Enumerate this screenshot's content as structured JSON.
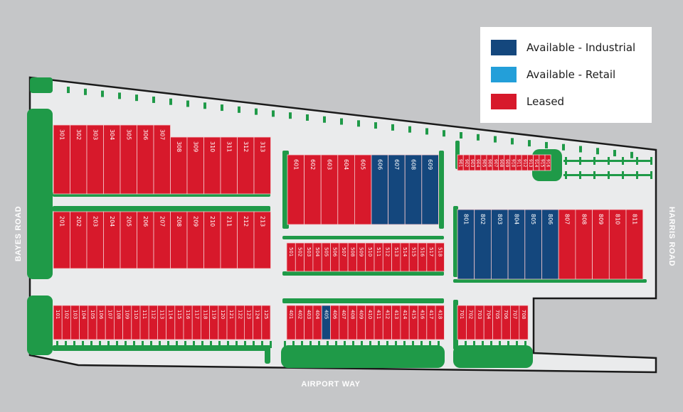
{
  "colors": {
    "background": "#c5c6c8",
    "site": "#eaebec",
    "outline": "#1a1a1a",
    "landscape": "#1f9a48",
    "available_industrial": "#14477d",
    "available_retail": "#239fd9",
    "leased": "#d7192b",
    "unit_text": "#ffffff"
  },
  "legend": [
    {
      "id": "available-industrial",
      "label": "Available - Industrial",
      "color": "#14477d"
    },
    {
      "id": "available-retail",
      "label": "Available - Retail",
      "color": "#239fd9"
    },
    {
      "id": "leased",
      "label": "Leased",
      "color": "#d7192b"
    }
  ],
  "roads": {
    "west": "BAYES ROAD",
    "east": "HARRIS ROAD",
    "south": "AIRPORT WAY"
  },
  "buildings": [
    {
      "id": "300",
      "units": [
        {
          "number": "301",
          "status": "leased"
        },
        {
          "number": "302",
          "status": "leased"
        },
        {
          "number": "303",
          "status": "leased"
        },
        {
          "number": "304",
          "status": "leased"
        },
        {
          "number": "305",
          "status": "leased"
        },
        {
          "number": "306",
          "status": "leased"
        },
        {
          "number": "307",
          "status": "leased"
        },
        {
          "number": "308",
          "status": "leased"
        },
        {
          "number": "309",
          "status": "leased"
        },
        {
          "number": "310",
          "status": "leased"
        },
        {
          "number": "311",
          "status": "leased"
        },
        {
          "number": "312",
          "status": "leased"
        },
        {
          "number": "313",
          "status": "leased"
        }
      ]
    },
    {
      "id": "200",
      "units": [
        {
          "number": "201",
          "status": "leased"
        },
        {
          "number": "202",
          "status": "leased"
        },
        {
          "number": "203",
          "status": "leased"
        },
        {
          "number": "204",
          "status": "leased"
        },
        {
          "number": "205",
          "status": "leased"
        },
        {
          "number": "206",
          "status": "leased"
        },
        {
          "number": "207",
          "status": "leased"
        },
        {
          "number": "208",
          "status": "leased"
        },
        {
          "number": "209",
          "status": "leased"
        },
        {
          "number": "210",
          "status": "leased"
        },
        {
          "number": "211",
          "status": "leased"
        },
        {
          "number": "212",
          "status": "leased"
        },
        {
          "number": "213",
          "status": "leased"
        }
      ]
    },
    {
      "id": "100",
      "units": [
        {
          "number": "101",
          "status": "leased"
        },
        {
          "number": "102",
          "status": "leased"
        },
        {
          "number": "103",
          "status": "leased"
        },
        {
          "number": "104",
          "status": "leased"
        },
        {
          "number": "105",
          "status": "leased"
        },
        {
          "number": "106",
          "status": "leased"
        },
        {
          "number": "107",
          "status": "leased"
        },
        {
          "number": "108",
          "status": "leased"
        },
        {
          "number": "109",
          "status": "leased"
        },
        {
          "number": "110",
          "status": "leased"
        },
        {
          "number": "111",
          "status": "leased"
        },
        {
          "number": "112",
          "status": "leased"
        },
        {
          "number": "113",
          "status": "leased"
        },
        {
          "number": "114",
          "status": "leased"
        },
        {
          "number": "115",
          "status": "leased"
        },
        {
          "number": "116",
          "status": "leased"
        },
        {
          "number": "117",
          "status": "leased"
        },
        {
          "number": "118",
          "status": "leased"
        },
        {
          "number": "119",
          "status": "leased"
        },
        {
          "number": "120",
          "status": "leased"
        },
        {
          "number": "121",
          "status": "leased"
        },
        {
          "number": "122",
          "status": "leased"
        },
        {
          "number": "123",
          "status": "leased"
        },
        {
          "number": "124",
          "status": "leased"
        },
        {
          "number": "125",
          "status": "leased"
        }
      ]
    },
    {
      "id": "600",
      "units": [
        {
          "number": "601",
          "status": "leased"
        },
        {
          "number": "602",
          "status": "leased"
        },
        {
          "number": "603",
          "status": "leased"
        },
        {
          "number": "604",
          "status": "leased"
        },
        {
          "number": "605",
          "status": "leased"
        },
        {
          "number": "606",
          "status": "available_industrial"
        },
        {
          "number": "607",
          "status": "available_industrial"
        },
        {
          "number": "608",
          "status": "available_industrial"
        },
        {
          "number": "609",
          "status": "available_industrial"
        }
      ]
    },
    {
      "id": "500",
      "units": [
        {
          "number": "501",
          "status": "leased"
        },
        {
          "number": "502",
          "status": "leased"
        },
        {
          "number": "503",
          "status": "leased"
        },
        {
          "number": "504",
          "status": "leased"
        },
        {
          "number": "505",
          "status": "leased"
        },
        {
          "number": "506",
          "status": "leased"
        },
        {
          "number": "507",
          "status": "leased"
        },
        {
          "number": "508",
          "status": "leased"
        },
        {
          "number": "509",
          "status": "leased"
        },
        {
          "number": "510",
          "status": "leased"
        },
        {
          "number": "511",
          "status": "leased"
        },
        {
          "number": "512",
          "status": "leased"
        },
        {
          "number": "513",
          "status": "leased"
        },
        {
          "number": "514",
          "status": "leased"
        },
        {
          "number": "515",
          "status": "leased"
        },
        {
          "number": "516",
          "status": "leased"
        },
        {
          "number": "517",
          "status": "leased"
        },
        {
          "number": "518",
          "status": "leased"
        }
      ]
    },
    {
      "id": "400",
      "units": [
        {
          "number": "401",
          "status": "leased"
        },
        {
          "number": "402",
          "status": "leased"
        },
        {
          "number": "403",
          "status": "leased"
        },
        {
          "number": "404",
          "status": "leased"
        },
        {
          "number": "405",
          "status": "available_industrial"
        },
        {
          "number": "406",
          "status": "leased"
        },
        {
          "number": "407",
          "status": "leased"
        },
        {
          "number": "408",
          "status": "leased"
        },
        {
          "number": "409",
          "status": "leased"
        },
        {
          "number": "410",
          "status": "leased"
        },
        {
          "number": "411",
          "status": "leased"
        },
        {
          "number": "412",
          "status": "leased"
        },
        {
          "number": "413",
          "status": "leased"
        },
        {
          "number": "414",
          "status": "leased"
        },
        {
          "number": "415",
          "status": "leased"
        },
        {
          "number": "416",
          "status": "leased"
        },
        {
          "number": "417",
          "status": "leased"
        },
        {
          "number": "418",
          "status": "leased"
        }
      ]
    },
    {
      "id": "900",
      "units": [
        {
          "number": "901",
          "status": "leased"
        },
        {
          "number": "902",
          "status": "leased"
        },
        {
          "number": "903",
          "status": "leased"
        },
        {
          "number": "904",
          "status": "leased"
        },
        {
          "number": "905",
          "status": "leased"
        },
        {
          "number": "906",
          "status": "leased"
        },
        {
          "number": "907",
          "status": "leased"
        },
        {
          "number": "908",
          "status": "leased"
        },
        {
          "number": "909",
          "status": "leased"
        },
        {
          "number": "910",
          "status": "leased"
        },
        {
          "number": "911",
          "status": "leased"
        },
        {
          "number": "912",
          "status": "leased"
        },
        {
          "number": "913",
          "status": "leased"
        },
        {
          "number": "914",
          "status": "leased"
        },
        {
          "number": "915",
          "status": "leased"
        },
        {
          "number": "916",
          "status": "leased"
        }
      ]
    },
    {
      "id": "800",
      "units": [
        {
          "number": "801",
          "status": "available_industrial"
        },
        {
          "number": "802",
          "status": "available_industrial"
        },
        {
          "number": "803",
          "status": "available_industrial"
        },
        {
          "number": "804",
          "status": "available_industrial"
        },
        {
          "number": "805",
          "status": "available_industrial"
        },
        {
          "number": "806",
          "status": "available_industrial"
        },
        {
          "number": "807",
          "status": "leased"
        },
        {
          "number": "808",
          "status": "leased"
        },
        {
          "number": "809",
          "status": "leased"
        },
        {
          "number": "810",
          "status": "leased"
        },
        {
          "number": "811",
          "status": "leased"
        }
      ]
    },
    {
      "id": "700",
      "units": [
        {
          "number": "701",
          "status": "leased"
        },
        {
          "number": "702",
          "status": "leased"
        },
        {
          "number": "703",
          "status": "leased"
        },
        {
          "number": "704",
          "status": "leased"
        },
        {
          "number": "705",
          "status": "leased"
        },
        {
          "number": "706",
          "status": "leased"
        },
        {
          "number": "707",
          "status": "leased"
        },
        {
          "number": "708",
          "status": "leased"
        }
      ]
    }
  ]
}
